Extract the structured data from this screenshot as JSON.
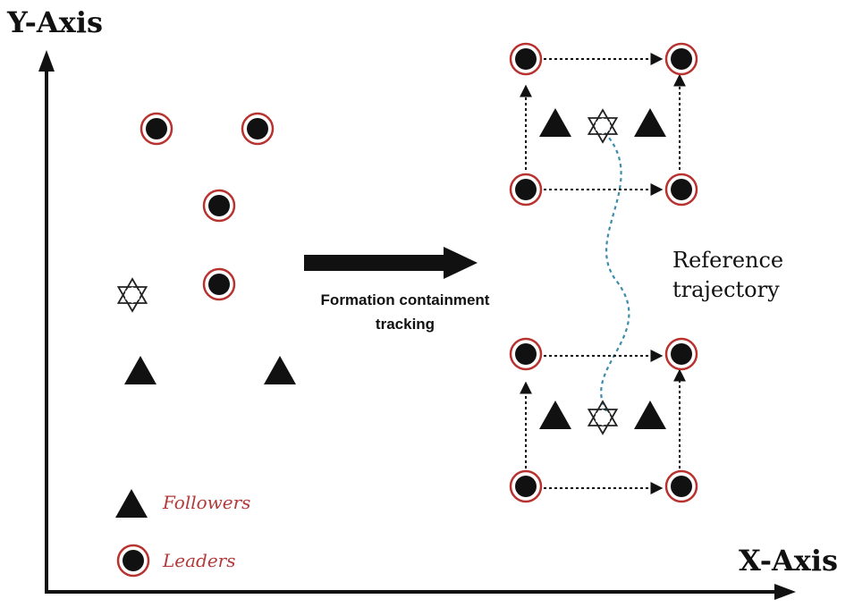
{
  "axes": {
    "y_label": "Y-Axis",
    "x_label": "X-Axis"
  },
  "transition": {
    "caption_line1": "Formation containment",
    "caption_line2": "tracking"
  },
  "trajectory": {
    "label_line1": "Reference",
    "label_line2": "trajectory"
  },
  "legend": {
    "followers": "Followers",
    "leaders": "Leaders"
  },
  "colors": {
    "leader_ring": "#b8322f",
    "trajectory": "#3c8dab",
    "ink": "#111111"
  },
  "icons": {
    "leader": "ringed-dot-icon",
    "follower": "filled-triangle-icon",
    "target": "hexagram-star-icon"
  }
}
